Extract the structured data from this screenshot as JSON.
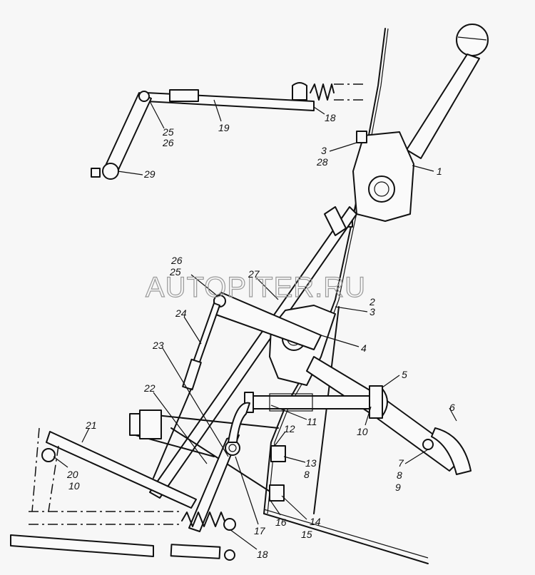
{
  "watermark": "AUTOPITER.RU",
  "callouts": {
    "p1": "1",
    "p2": "2",
    "p3a": "3",
    "p3b": "3",
    "p28": "28",
    "p4": "4",
    "p5": "5",
    "p6": "6",
    "p7": "7",
    "p8a": "8",
    "p8b": "8",
    "p9": "9",
    "p10a": "10",
    "p10b": "10",
    "p11": "11",
    "p12": "12",
    "p13": "13",
    "p14": "14",
    "p15": "15",
    "p16": "16",
    "p17": "17",
    "p18a": "18",
    "p18b": "18",
    "p19": "19",
    "p20": "20",
    "p21": "21",
    "p22": "22",
    "p23": "23",
    "p24": "24",
    "p25a": "25",
    "p26a": "26",
    "p25b": "25",
    "p26b": "26",
    "p27": "27",
    "p29": "29"
  }
}
